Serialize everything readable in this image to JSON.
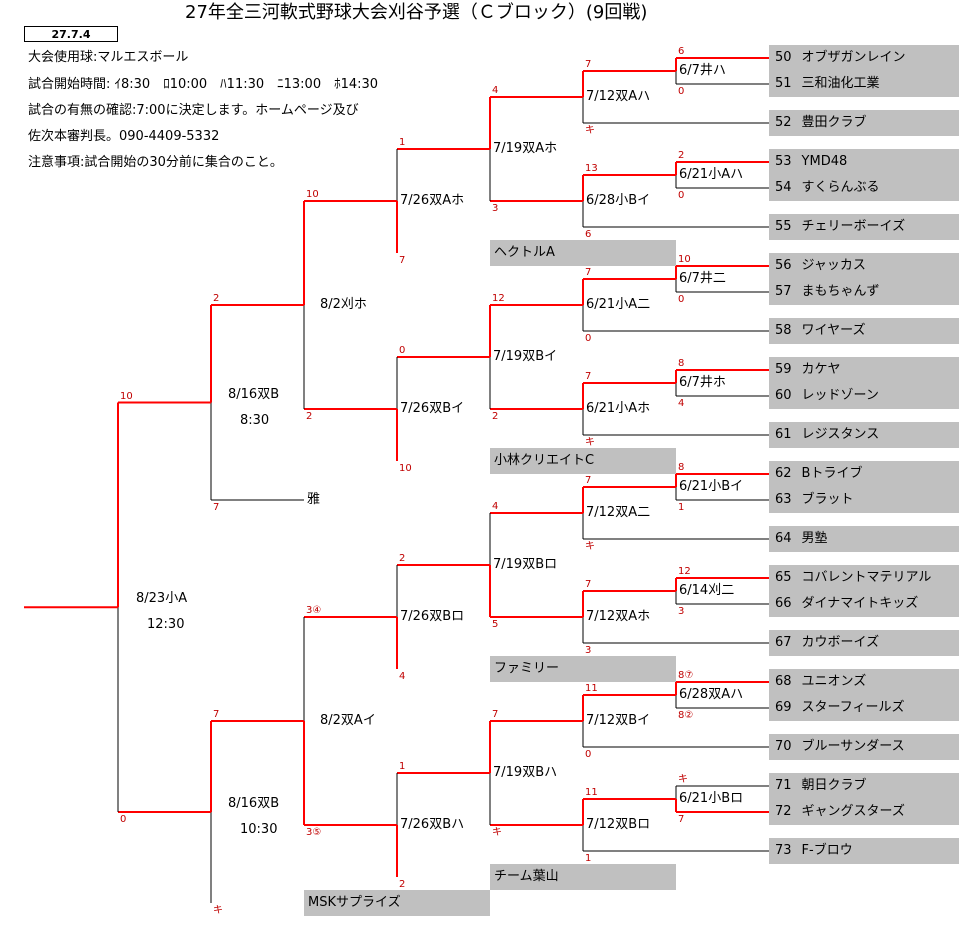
{
  "title": "27年全三河軟式野球大会刈谷予選（Ｃブロック）(9回戦)",
  "date_label": "27.7.4",
  "info": [
    "大会使用球:マルエスボール",
    "試合開始時間: ｲ8:30　ﾛ10:00　ﾊ11:30　ﾆ13:00　ﾎ14:30",
    "試合の有無の確認:7:00に決定します。ホームページ及び",
    "佐次本審判長。090-4409-5332",
    "注意事項:試合開始の30分前に集合のこと。"
  ],
  "teams": [
    {
      "no": "50",
      "name": "オブザガンレイン"
    },
    {
      "no": "51",
      "name": "三和油化工業"
    },
    {
      "no": "52",
      "name": "豊田クラブ"
    },
    {
      "no": "53",
      "name": "YMD48"
    },
    {
      "no": "54",
      "name": "すくらんぶる"
    },
    {
      "no": "55",
      "name": "チェリーボーイズ"
    },
    {
      "no": "56",
      "name": "ジャッカス"
    },
    {
      "no": "57",
      "name": "まもちゃんず"
    },
    {
      "no": "58",
      "name": "ワイヤーズ"
    },
    {
      "no": "59",
      "name": "カケヤ"
    },
    {
      "no": "60",
      "name": "レッドゾーン"
    },
    {
      "no": "61",
      "name": "レジスタンス"
    },
    {
      "no": "62",
      "name": "Bトライブ"
    },
    {
      "no": "63",
      "name": "ブラット"
    },
    {
      "no": "64",
      "name": "男塾"
    },
    {
      "no": "65",
      "name": "コバレントマテリアル"
    },
    {
      "no": "66",
      "name": "ダイナマイトキッズ"
    },
    {
      "no": "67",
      "name": "カウボーイズ"
    },
    {
      "no": "68",
      "name": "ユニオンズ"
    },
    {
      "no": "69",
      "name": "スターフィールズ"
    },
    {
      "no": "70",
      "name": "ブルーサンダース"
    },
    {
      "no": "71",
      "name": "朝日クラブ"
    },
    {
      "no": "72",
      "name": "ギャングスターズ"
    },
    {
      "no": "73",
      "name": "F-ブロウ"
    }
  ],
  "seeds": [
    "ヘクトルA",
    "小林クリエイトC",
    "ファミリー",
    "チーム葉山",
    "MSKサプライズ"
  ],
  "r1_games": [
    "6/7井ハ",
    "6/21小Aハ",
    "6/7井二",
    "6/7井ホ",
    "6/21小Bイ",
    "6/14刈二",
    "6/28双Aハ",
    "6/21小Bロ"
  ],
  "r2_games": [
    "7/12双Aハ",
    "6/28小Bイ",
    "6/21小A二",
    "6/21小Aホ",
    "7/12双A二",
    "7/12双Aホ",
    "7/12双Bイ",
    "7/12双Bロ"
  ],
  "r3_games": [
    "7/19双Aホ",
    "7/19双Bイ",
    "7/19双Bロ",
    "7/19双Bハ"
  ],
  "r4_games": [
    "7/26双Aホ",
    "7/26双Bイ",
    "7/26双Bロ",
    "7/26双Bハ"
  ],
  "r5_games": [
    "8/2刈ホ",
    "8/2双Aイ"
  ],
  "r6_games": [
    {
      "date": "8/16双B",
      "time": "8:30"
    },
    {
      "date": "8/16双B",
      "time": "10:30"
    }
  ],
  "seed6": "雅",
  "final_game": {
    "date": "8/23小A",
    "time": "12:30"
  },
  "scores": {
    "r1": [
      [
        "6",
        "0"
      ],
      [
        "2",
        "0"
      ],
      [
        "10",
        "0"
      ],
      [
        "8",
        "4"
      ],
      [
        "8",
        "1"
      ],
      [
        "12",
        "3"
      ],
      [
        "8⑦",
        "8②"
      ],
      [
        "キ",
        "7"
      ]
    ],
    "r2": [
      [
        "7",
        "キ"
      ],
      [
        "13",
        "6"
      ],
      [
        "7",
        "0"
      ],
      [
        "7",
        "キ"
      ],
      [
        "7",
        "キ"
      ],
      [
        "7",
        "3"
      ],
      [
        "11",
        "0"
      ],
      [
        "11",
        "1"
      ]
    ],
    "r3": [
      [
        "4",
        "3"
      ],
      [
        "12",
        "2"
      ],
      [
        "4",
        "5"
      ],
      [
        "7",
        "キ"
      ]
    ],
    "r4": [
      [
        "1",
        "7"
      ],
      [
        "0",
        "10"
      ],
      [
        "2",
        "4"
      ],
      [
        "1",
        "2"
      ]
    ],
    "r5": [
      [
        "10",
        "2"
      ],
      [
        "3④",
        "3⑤"
      ]
    ],
    "r6": [
      [
        "2",
        "7"
      ],
      [
        "7",
        "キ"
      ]
    ],
    "final": [
      "10",
      "0"
    ]
  },
  "colors": {
    "win_line": "#ff0000",
    "loss_line": "#000000",
    "box": "#c0c0c0",
    "score": "#c00000"
  }
}
